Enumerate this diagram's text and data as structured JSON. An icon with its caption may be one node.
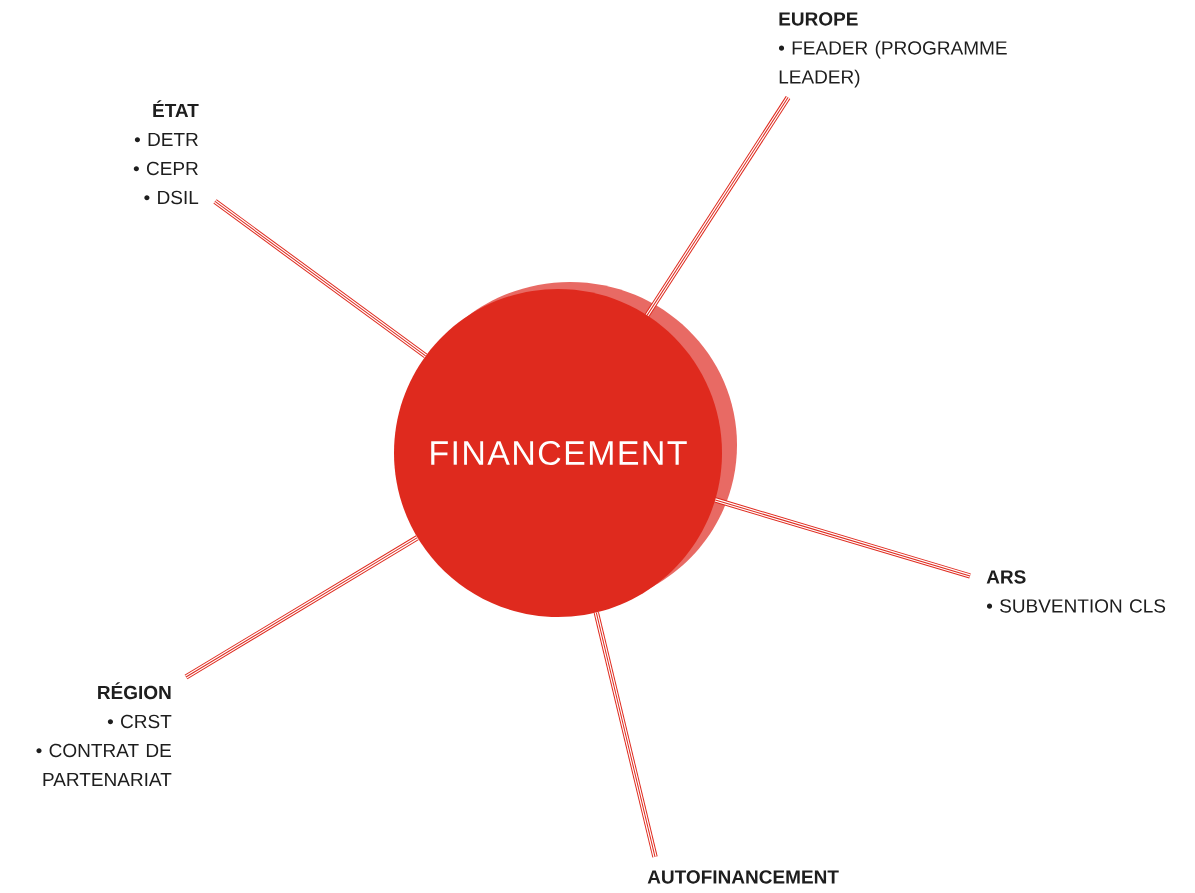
{
  "diagram": {
    "nodes": [
      {
        "text": [
          "FINANCEMENT"
        ]
      },
      {
        "text": [
          "ÉTAT",
          "• DETR",
          "• CEPR",
          "• DSIL"
        ]
      },
      {
        "text": [
          "EUROPE",
          "• FEADER (PROGRAMME LEADER)"
        ]
      },
      {
        "text": [
          "ARS",
          "• SUBVENTION CLS"
        ]
      },
      {
        "text": [
          "AUTOFINANCEMENT"
        ]
      },
      {
        "text": [
          "RÉGION",
          "• CRST",
          "• CONTRAT DE PARTENARIAT"
        ]
      }
    ],
    "edges": [
      {
        "from": 0,
        "to": 1,
        "arrow": "none"
      },
      {
        "from": 0,
        "to": 2,
        "arrow": "none"
      },
      {
        "from": 0,
        "to": 3,
        "arrow": "none"
      },
      {
        "from": 0,
        "to": 4,
        "arrow": "none"
      },
      {
        "from": 0,
        "to": 5,
        "arrow": "none"
      }
    ]
  }
}
